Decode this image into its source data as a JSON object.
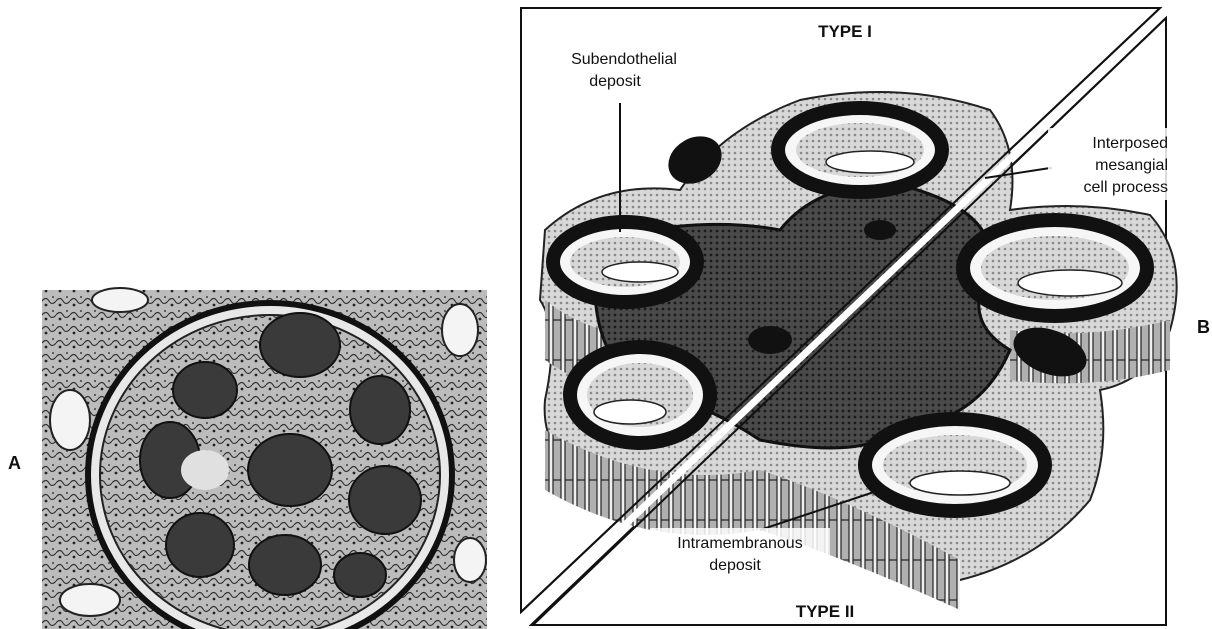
{
  "panels": {
    "a_letter": "A",
    "b_letter": "B"
  },
  "diagram": {
    "type_i": "TYPE I",
    "type_ii": "TYPE II",
    "callouts": {
      "subendothelial_line1": "Subendothelial",
      "subendothelial_line2": "deposit",
      "interposed_line1": "Interposed",
      "interposed_line2": "mesangial",
      "interposed_line3": "cell process",
      "intramembranous_line1": "Intramembranous",
      "intramembranous_line2": "deposit"
    }
  }
}
